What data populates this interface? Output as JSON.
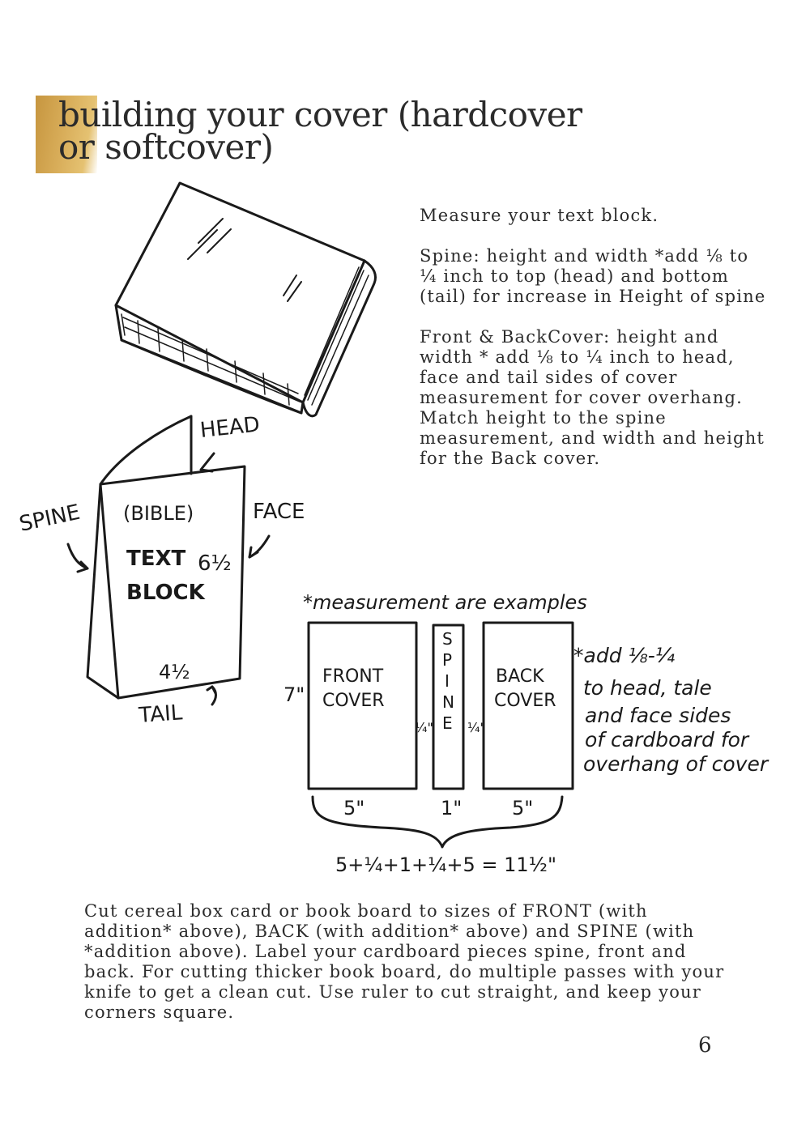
{
  "title": {
    "line1": "building your cover (hardcover",
    "line2": "or softcover)"
  },
  "instructions": {
    "p1": "Measure your text block.",
    "p2": "Spine: height and width *add ⅛ to ¼ inch to top (head) and bottom (tail) for increase in Height of spine",
    "p3": "Front & BackCover: height and width * add ⅛ to ¼ inch to head, face and tail sides of cover measurement for cover overhang. Match height to the spine measurement, and width and height for the Back cover."
  },
  "illustration_labels": {
    "head": "HEAD",
    "spine": "SPINE",
    "face": "FACE",
    "bible": "(BIBLE)",
    "text_block_line1": "TEXT",
    "text_block_line2": "BLOCK",
    "height_dim": "6½",
    "width_dim": "4½",
    "tail": "TAIL"
  },
  "diagram_labels": {
    "note": "*measurement are examples",
    "front_line1": "FRONT",
    "front_line2": "COVER",
    "back_line1": "BACK",
    "back_line2": "COVER",
    "spine_letters": [
      "S",
      "P",
      "I",
      "N",
      "E"
    ],
    "height": "7\"",
    "gap_left": "¼\"",
    "gap_right": "¼\"",
    "width_front": "5\"",
    "width_spine": "1\"",
    "width_back": "5\"",
    "total": "5+¼+1+¼+5 = 11½\"",
    "side_note_lines": [
      "*add ⅛-¼",
      "to head, tale",
      "and face sides",
      "of cardboard for",
      "overhang of cover"
    ]
  },
  "bottom_text": "Cut cereal box card or book board to sizes of FRONT (with addition* above), BACK (with addition* above) and SPINE (with *addition above). Label your cardboard pieces spine, front and back. For cutting thicker book board, do multiple passes with your knife to get a clean cut. Use ruler to cut straight, and keep your corners square.",
  "page_number": "6",
  "colors": {
    "accent_gold": "#d4a447",
    "text": "#2b2b2b",
    "ink": "#1a1a1a"
  }
}
